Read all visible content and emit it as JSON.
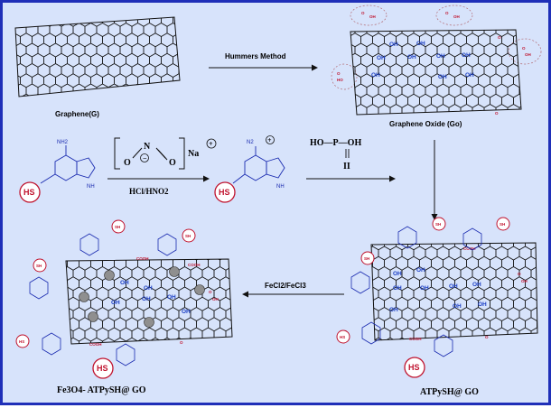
{
  "labels": {
    "graphene": "Graphene(G)",
    "hummers": "Hummers Method",
    "graphene_oxide": "Graphene Oxide (Go)",
    "nh2": "NH2",
    "nh": "NH",
    "n2": "N2",
    "hs": "HS",
    "sh": "SH",
    "n": "N",
    "o": "O",
    "minus": "−",
    "plus": "+",
    "na": "Na",
    "hcl_hno2": "HCl/HNO2",
    "h3po2": "HO—P—OH",
    "double_bond": "II",
    "fecl": "FeCl2/FeCl3",
    "atpysh_go": "ATPySH@ GO",
    "fe3o4_atpysh_go": "Fe3O4- ATPySH@ GO"
  },
  "colors": {
    "background": "#d7e3fb",
    "border": "#1f2fb8",
    "hydroxyl_text": "#1c3fc4",
    "thiol_circle": "#c0132e"
  }
}
